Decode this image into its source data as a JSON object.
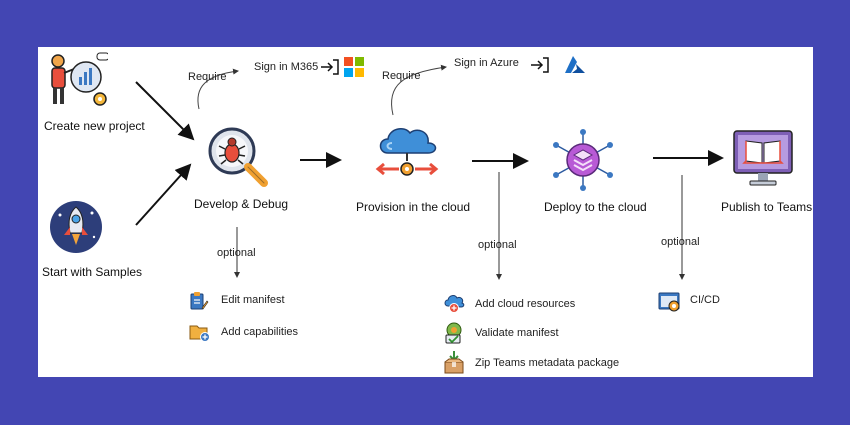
{
  "nodes": {
    "create_project": "Create new project",
    "start_samples": "Start with Samples",
    "develop_debug": "Develop & Debug",
    "provision": "Provision in the cloud",
    "deploy": "Deploy to the cloud",
    "publish": "Publish to Teams"
  },
  "requirements": {
    "require_label_1": "Require",
    "sign_in_m365": "Sign in M365",
    "require_label_2": "Require",
    "sign_in_azure": "Sign in Azure"
  },
  "optional": {
    "label_develop": "optional",
    "label_provision": "optional",
    "label_deploy": "optional"
  },
  "develop_options": [
    "Edit manifest",
    "Add capabilities"
  ],
  "provision_options": [
    "Add cloud resources",
    "Validate manifest",
    "Zip Teams metadata package"
  ],
  "deploy_options": [
    "CI/CD"
  ],
  "colors": {
    "background": "#4346b3",
    "canvas": "#ffffff",
    "arrow": "#111111",
    "microsoft_red": "#f25022",
    "microsoft_green": "#7fba00",
    "microsoft_blue": "#00a4ef",
    "microsoft_yellow": "#ffb900",
    "azure_blue": "#1e6fc6",
    "cloud_blue": "#3f8fd8",
    "deploy_purple": "#b85ad6"
  }
}
